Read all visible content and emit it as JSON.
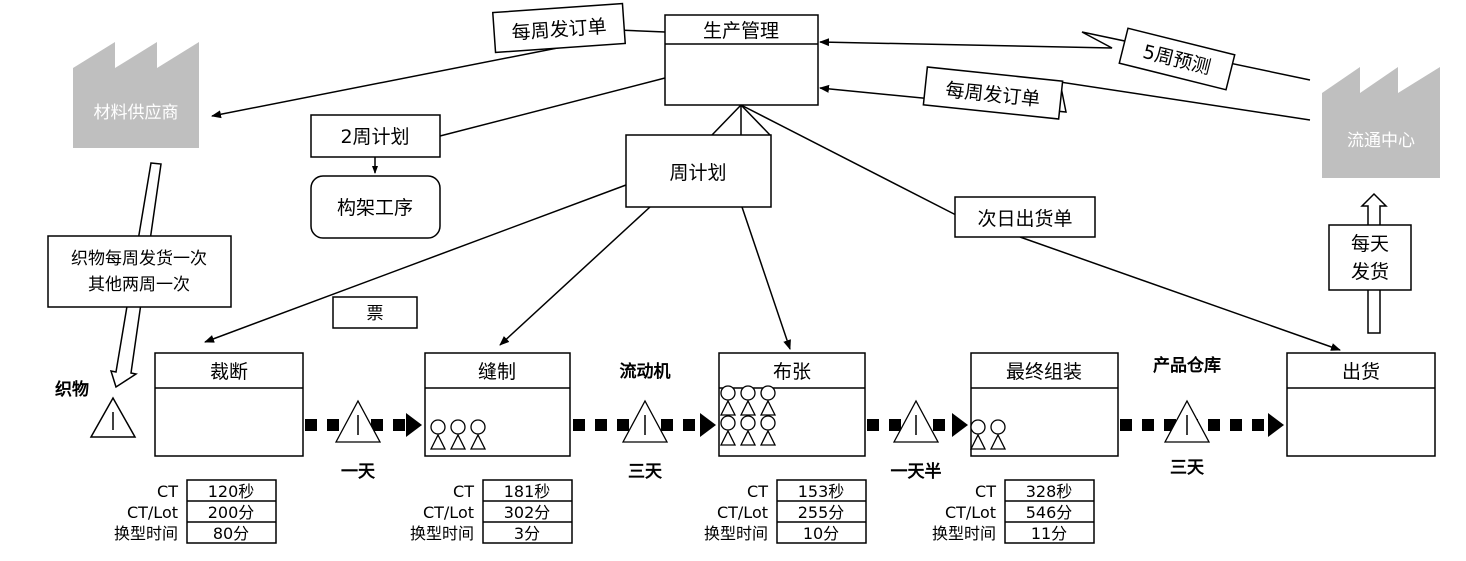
{
  "colors": {
    "factory": "#bfbfbf",
    "line": "#000000",
    "background": "#ffffff"
  },
  "production_control": {
    "title": "生产管理"
  },
  "supplier": {
    "label": "材料供应商"
  },
  "customer": {
    "label": "流通中心"
  },
  "info_flows": {
    "weekly_order_to_supplier": "每周发订单",
    "weekly_order_from_customer": "每周发订单",
    "forecast_from_customer": "5周预测",
    "two_week_plan": "2周计划",
    "frame_process": "构架工序",
    "weekly_plan": "周计划",
    "next_day_shipping": "次日出货单",
    "ticket": "票"
  },
  "supplier_shipping": {
    "line1": "织物每周发货一次",
    "line2": "其他两周一次"
  },
  "customer_shipping": {
    "line1": "每天",
    "line2": "发货"
  },
  "inventory": [
    {
      "id": "fabric",
      "label": "织物"
    },
    {
      "id": "inv1",
      "label": "一天"
    },
    {
      "id": "inv2_top",
      "label": "流动机"
    },
    {
      "id": "inv2",
      "label": "三天"
    },
    {
      "id": "inv3",
      "label": "一天半"
    },
    {
      "id": "inv4_top",
      "label": "产品仓库"
    },
    {
      "id": "inv4",
      "label": "三天"
    }
  ],
  "process_labels": {
    "ct": "CT",
    "ct_lot": "CT/Lot",
    "changeover": "换型时间"
  },
  "processes": [
    {
      "id": "cutting",
      "name": "裁断",
      "operators": 0,
      "ct": "120秒",
      "ct_lot": "200分",
      "changeover": "80分"
    },
    {
      "id": "sewing",
      "name": "缝制",
      "operators": 3,
      "ct": "181秒",
      "ct_lot": "302分",
      "changeover": "3分"
    },
    {
      "id": "upholstery",
      "name": "布张",
      "operators": 6,
      "ct": "153秒",
      "ct_lot": "255分",
      "changeover": "10分"
    },
    {
      "id": "assembly",
      "name": "最终组装",
      "operators": 2,
      "ct": "328秒",
      "ct_lot": "546分",
      "changeover": "11分"
    }
  ],
  "shipping": {
    "name": "出货"
  }
}
